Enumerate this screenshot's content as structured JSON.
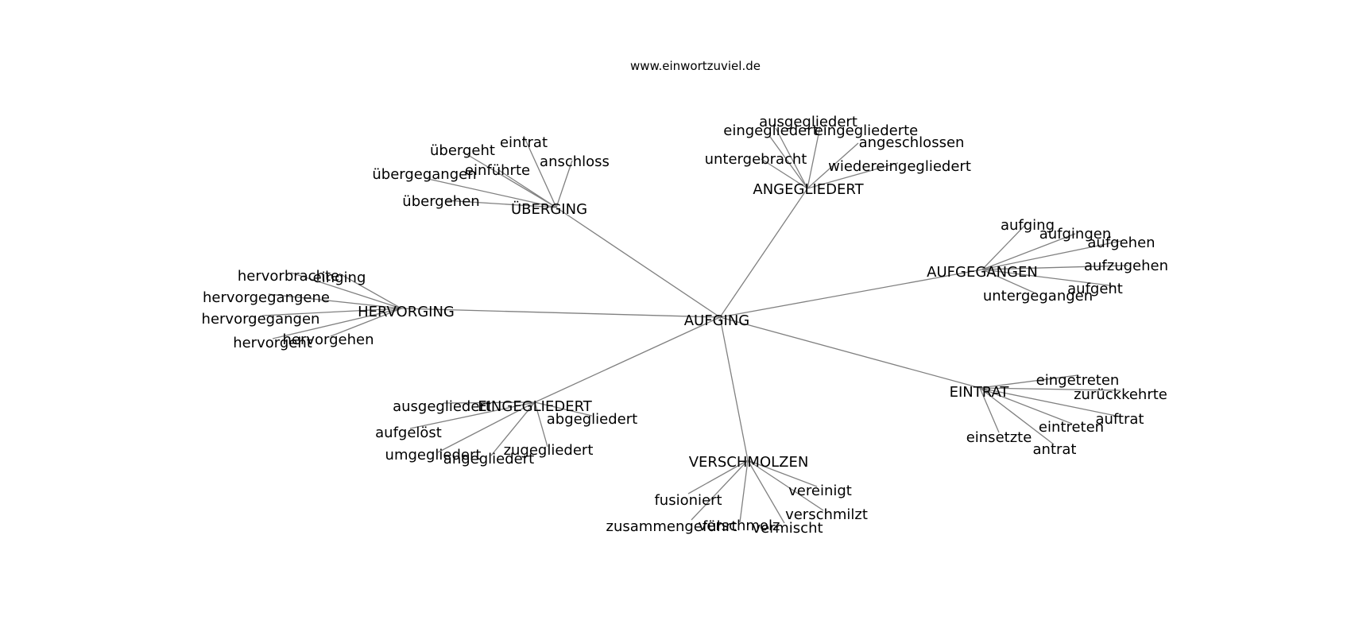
{
  "title": "www.einwortzuviel.de",
  "colors": {
    "edge": "#808080",
    "text": "#000000",
    "background": "#ffffff"
  },
  "diagram": {
    "center": "AUFGING",
    "hubs": [
      {
        "label": "ÜBERGING",
        "leaves": [
          "übergeht",
          "eintrat",
          "einführte",
          "anschloss",
          "übergegangen",
          "übergehen"
        ]
      },
      {
        "label": "ANGEGLIEDERT",
        "leaves": [
          "ausgegliedert",
          "eingegliedert",
          "eingegliederte",
          "angeschlossen",
          "untergebracht",
          "wiedereingegliedert"
        ]
      },
      {
        "label": "AUFGEGANGEN",
        "leaves": [
          "aufging",
          "aufgingen",
          "aufgehen",
          "aufzugehen",
          "aufgeht",
          "untergegangen"
        ]
      },
      {
        "label": "EINTRAT",
        "leaves": [
          "eingetreten",
          "zurückkehrte",
          "auftrat",
          "eintreten",
          "einsetzte",
          "antrat"
        ]
      },
      {
        "label": "VERSCHMOLZEN",
        "leaves": [
          "vereinigt",
          "fusioniert",
          "verschmilzt",
          "zusammengeführt",
          "verschmolz",
          "vermischt"
        ]
      },
      {
        "label": "EINGEGLIEDERT",
        "leaves": [
          "ausgegliedert",
          "abgegliedert",
          "aufgelöst",
          "zugegliedert",
          "umgegliedert",
          "angegliedert"
        ]
      },
      {
        "label": "HERVORGING",
        "leaves": [
          "hervorbrachte",
          "einging",
          "hervorgegangene",
          "hervorgegangen",
          "hervorgehen",
          "hervorgeht"
        ]
      }
    ]
  }
}
